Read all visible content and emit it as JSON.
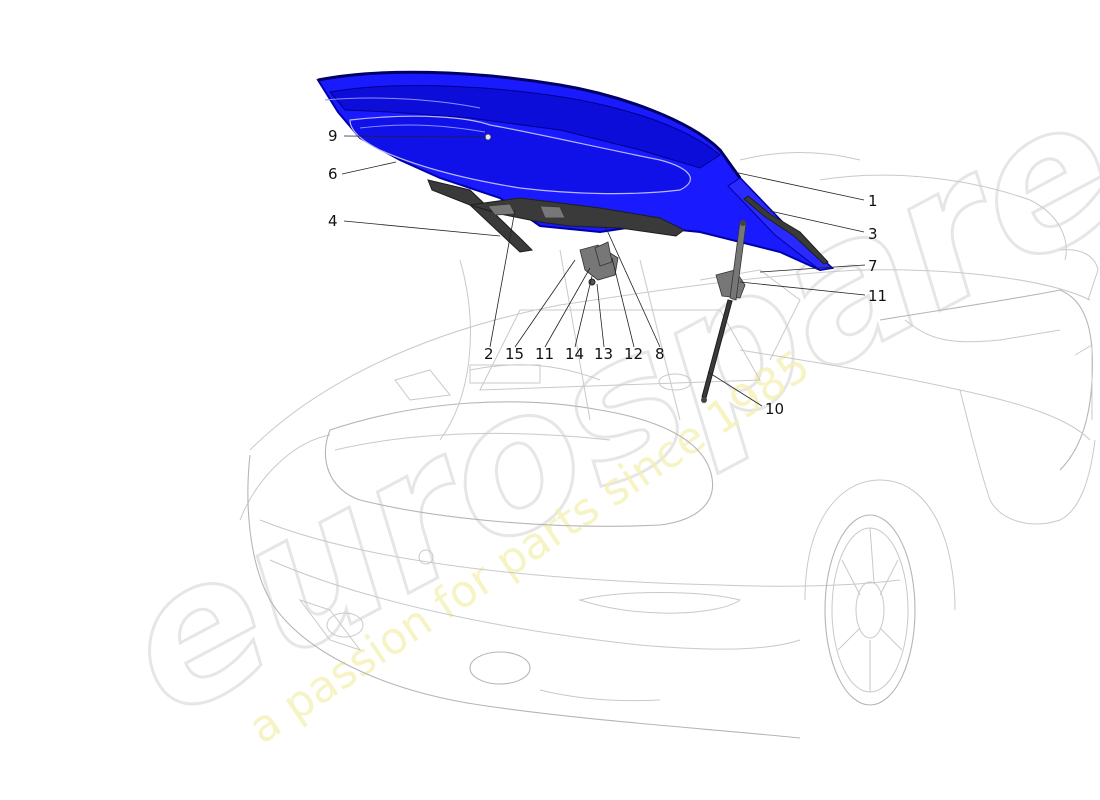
{
  "diagram": {
    "callouts": [
      {
        "id": "1",
        "text": "1"
      },
      {
        "id": "2",
        "text": "2"
      },
      {
        "id": "3",
        "text": "3"
      },
      {
        "id": "4",
        "text": "4"
      },
      {
        "id": "6",
        "text": "6"
      },
      {
        "id": "7",
        "text": "7"
      },
      {
        "id": "8",
        "text": "8"
      },
      {
        "id": "9",
        "text": "9"
      },
      {
        "id": "10",
        "text": "10"
      },
      {
        "id": "11a",
        "text": "11"
      },
      {
        "id": "11b",
        "text": "11"
      },
      {
        "id": "12",
        "text": "12"
      },
      {
        "id": "13",
        "text": "13"
      },
      {
        "id": "14",
        "text": "14"
      },
      {
        "id": "15",
        "text": "15"
      }
    ],
    "colors": {
      "hood": "#1a1aff",
      "hood_edge": "#0000a8",
      "hood_highlight": "#4d4dff",
      "part_dark": "#3a3a3a",
      "car_line": "#c9c9c9",
      "watermark_tagline": "#f3f0b0"
    }
  },
  "watermark": {
    "brand": "eurospares",
    "tagline": "a passion for parts since 1985"
  }
}
